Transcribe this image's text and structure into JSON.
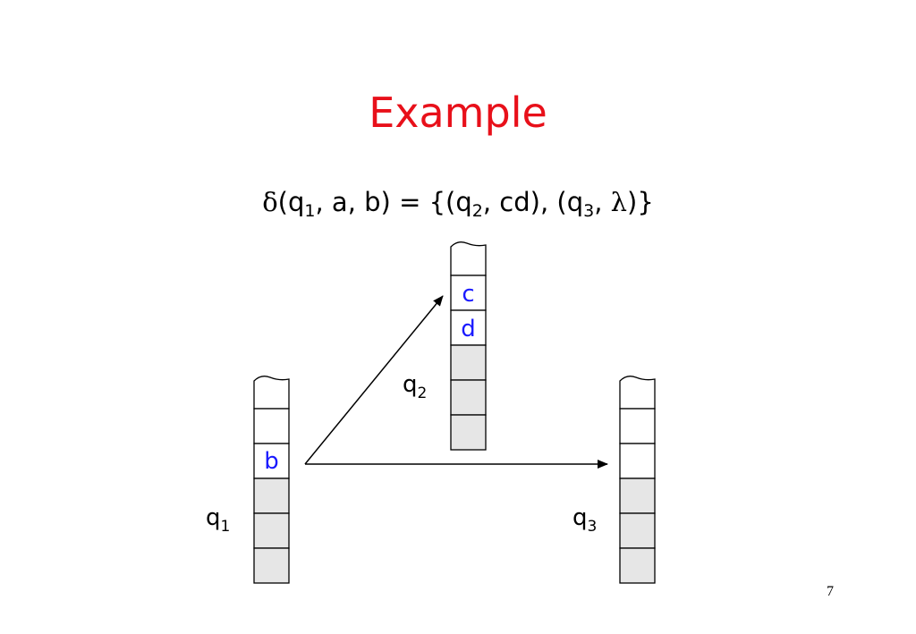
{
  "title": "Example",
  "title_color": "#e8101a",
  "formula": {
    "delta": "δ",
    "open": "(q",
    "sub1": "1",
    "middle": ", a, b) = {(q",
    "sub2": "2",
    "mid2": ", cd), (q",
    "sub3": "3",
    "mid3": ", ",
    "lambda": "λ",
    "close": ")}"
  },
  "stack_symbol_color": "#1a1aff",
  "empty_cell_color": "#ffffff",
  "filled_cell_color": "#e6e6e6",
  "stacks": {
    "q1": {
      "label": "q",
      "sub": "1",
      "cells": [
        "",
        "b",
        "",
        "",
        ""
      ],
      "filled": [
        false,
        false,
        true,
        true,
        true
      ]
    },
    "q2": {
      "label": "q",
      "sub": "2",
      "cells": [
        "c",
        "d",
        "",
        "",
        ""
      ],
      "filled": [
        false,
        false,
        true,
        true,
        true
      ]
    },
    "q3": {
      "label": "q",
      "sub": "3",
      "cells": [
        "",
        "",
        "",
        "",
        ""
      ],
      "filled": [
        false,
        false,
        true,
        true,
        true
      ]
    }
  },
  "page_number": "7"
}
